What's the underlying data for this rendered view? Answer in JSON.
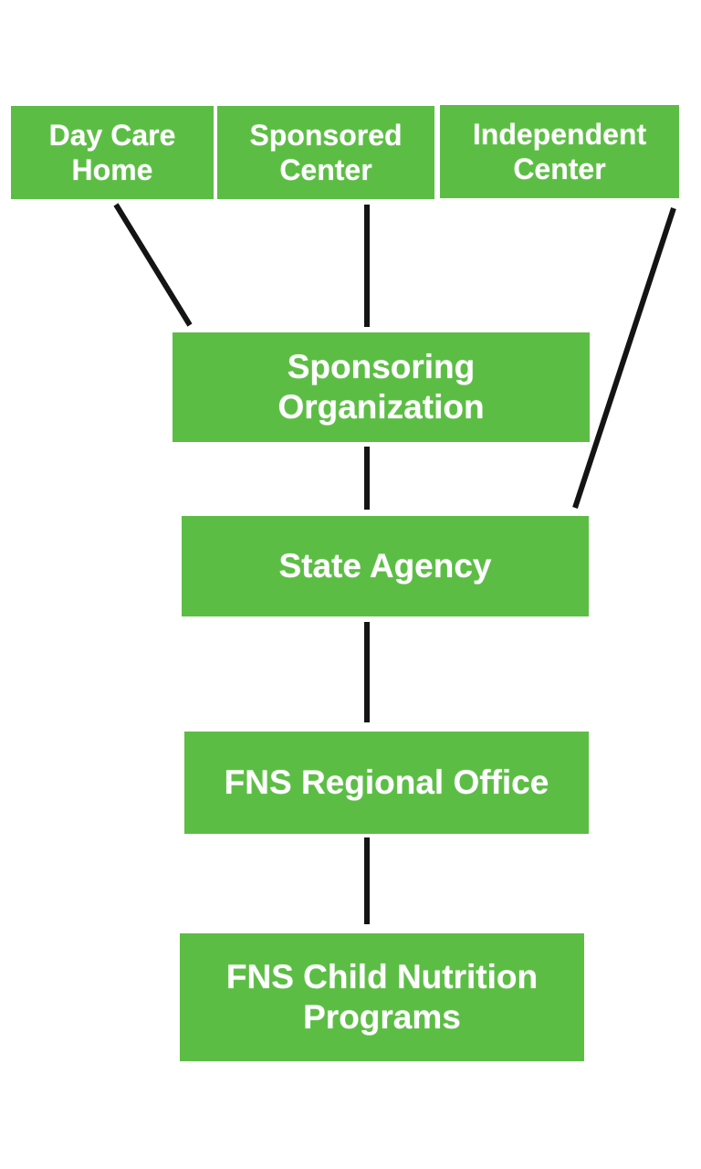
{
  "diagram": {
    "colors": {
      "box_fill": "#5cbd45",
      "box_text": "#ffffff",
      "connector": "#141414"
    },
    "nodes": {
      "day_care_home": "Day Care\nHome",
      "sponsored_center": "Sponsored\nCenter",
      "independent_center": "Independent\nCenter",
      "sponsoring_organization": "Sponsoring\nOrganization",
      "state_agency": "State Agency",
      "fns_regional_office": "FNS Regional Office",
      "fns_child_nutrition_programs": "FNS Child Nutrition\nPrograms"
    },
    "edges": [
      {
        "from": "Day Care Home",
        "to": "Sponsoring Organization"
      },
      {
        "from": "Sponsored Center",
        "to": "Sponsoring Organization"
      },
      {
        "from": "Independent Center",
        "to": "State Agency"
      },
      {
        "from": "Sponsoring Organization",
        "to": "State Agency"
      },
      {
        "from": "State Agency",
        "to": "FNS Regional Office"
      },
      {
        "from": "FNS Regional Office",
        "to": "FNS Child Nutrition Programs"
      }
    ]
  }
}
